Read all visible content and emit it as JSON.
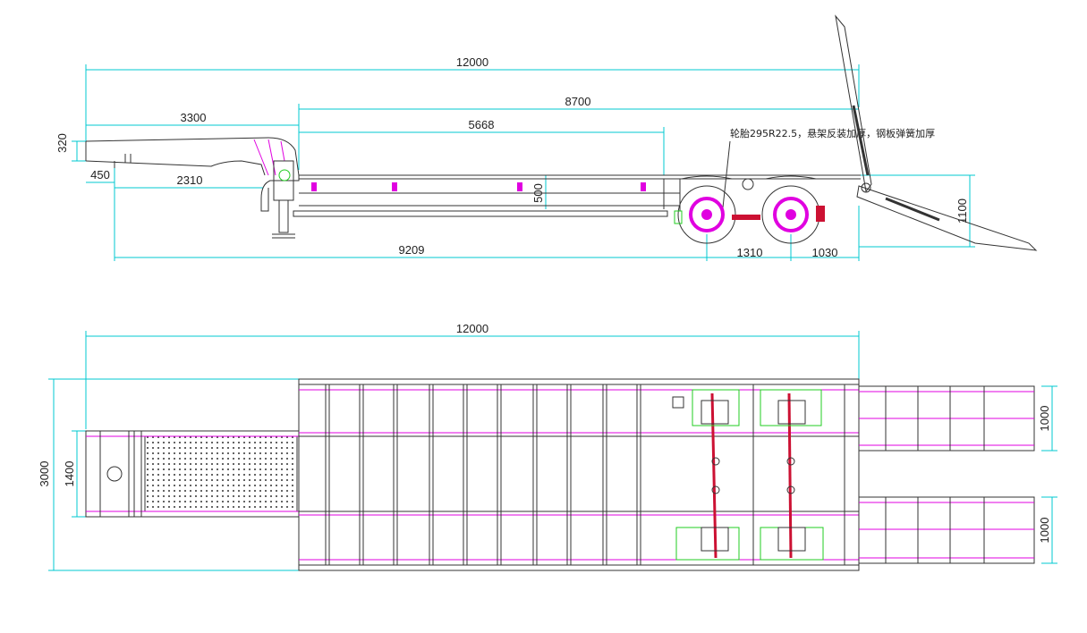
{
  "drawing": {
    "title": "",
    "note": "轮胎295R22.5，悬架反装加厚，钢板弹簧加厚"
  },
  "side_view": {
    "dims": {
      "overall_length": "12000",
      "bed_length": "8700",
      "gooseneck_length": "3300",
      "platform_to_axle": "5668",
      "gooseneck_height": "320",
      "front_overhang": "450",
      "kingpin_to_leg": "2310",
      "kingpin_to_axle": "9209",
      "bed_depth": "500",
      "axle_spacing": "1310",
      "rear_overhang": "1030",
      "rear_height": "1100"
    }
  },
  "top_view": {
    "dims": {
      "overall_length": "12000",
      "overall_width": "3000",
      "gooseneck_width": "1400",
      "ramp_width_upper": "1000",
      "ramp_width_lower": "1000"
    }
  },
  "colors": {
    "dimension": "#00c8d0",
    "structure": "#333333",
    "accent": "#e000e0",
    "tire": "#22cc22",
    "hub": "#cc1133"
  }
}
